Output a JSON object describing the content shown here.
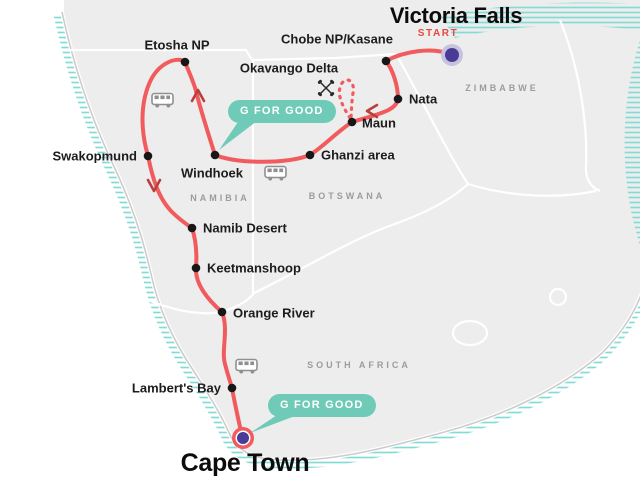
{
  "map": {
    "start": {
      "title": "Victoria Falls",
      "start_label": "START"
    },
    "end": {
      "title": "Cape Town"
    },
    "badges": [
      {
        "label": "G FOR GOOD"
      },
      {
        "label": "G FOR GOOD"
      }
    ],
    "countries": [
      {
        "name": "ZIMBABWE"
      },
      {
        "name": "NAMIBIA"
      },
      {
        "name": "BOTSWANA"
      },
      {
        "name": "SOUTH AFRICA"
      }
    ],
    "stops": [
      {
        "label": "Etosha NP"
      },
      {
        "label": "Chobe NP/Kasane"
      },
      {
        "label": "Okavango Delta"
      },
      {
        "label": "Nata"
      },
      {
        "label": "Maun"
      },
      {
        "label": "Ghanzi area"
      },
      {
        "label": "Windhoek"
      },
      {
        "label": "Swakopmund"
      },
      {
        "label": "Namib Desert"
      },
      {
        "label": "Keetmanshoop"
      },
      {
        "label": "Orange River"
      },
      {
        "label": "Lambert's Bay"
      }
    ],
    "icons": {
      "bus": "bus-icon",
      "paddles": "crossed-paddles-icon",
      "arrow": "route-direction-arrow"
    },
    "colors": {
      "route": "#f15b5e",
      "badge_teal": "#6fcbb8",
      "marker_purple": "#4a3b96",
      "water_hatch": "#82dcd6",
      "land": "#ededed",
      "country_text": "#9c9c9c"
    }
  }
}
